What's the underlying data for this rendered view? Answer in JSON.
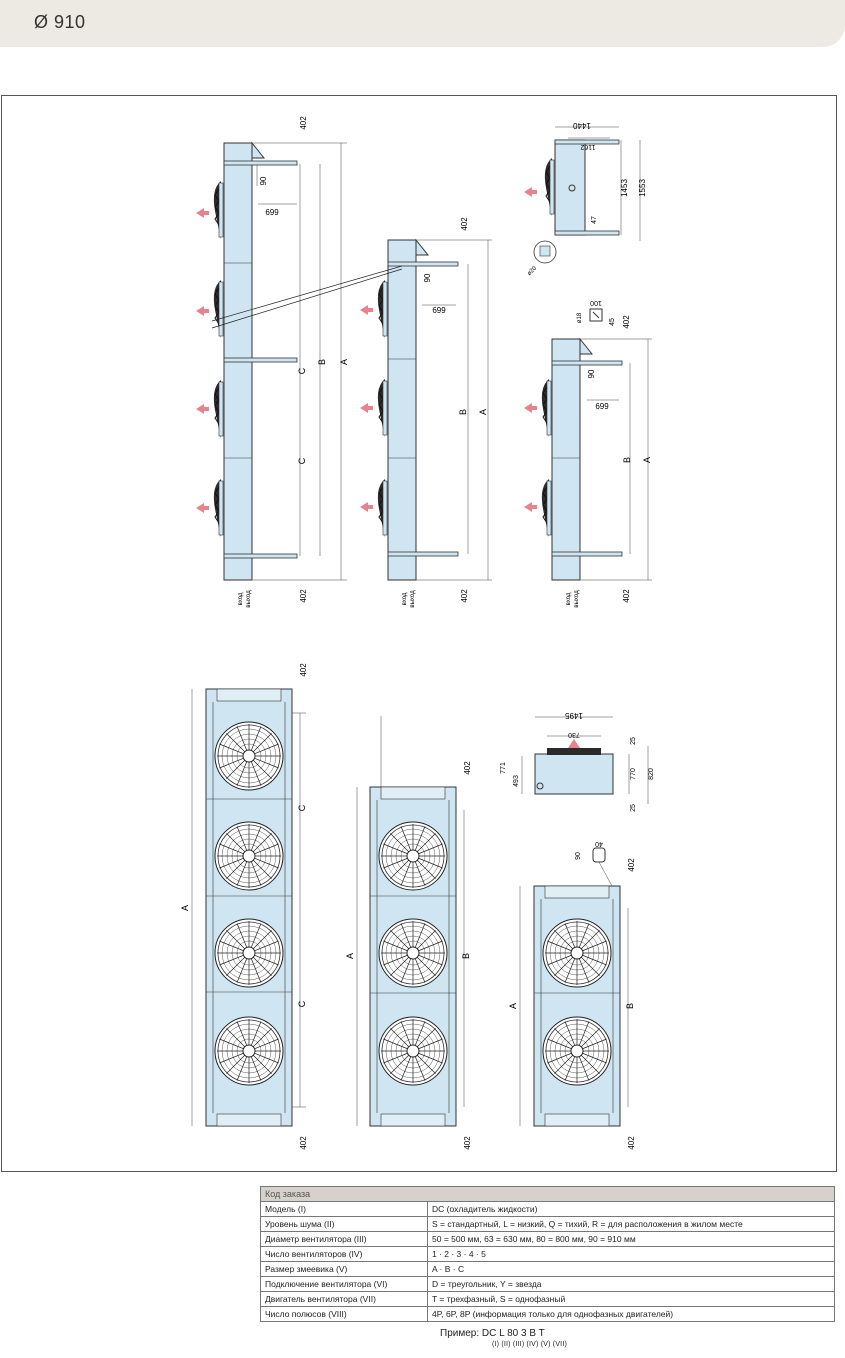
{
  "header": {
    "title": "Ø 910"
  },
  "drawing": {
    "dims": {
      "d402": "402",
      "d90": "90",
      "d699": "699",
      "d1440": "1440",
      "d1162": "1162",
      "d1453": "1453",
      "d1553": "1553",
      "d47": "47",
      "d20": "ø20",
      "d100": "100",
      "d45": "45",
      "d18": "ø18",
      "d1495": "1495",
      "d730": "730",
      "d771": "771",
      "d493": "493",
      "d770": "770",
      "d820": "820",
      "d25": "25",
      "d40": "40",
      "A": "A",
      "B": "B",
      "C": "C"
    },
    "pipe_labels": {
      "in": "вход",
      "out": "выход"
    }
  },
  "order_code": {
    "title": "Код заказа",
    "rows": [
      {
        "label": "Модель (I)",
        "value": "DC (охладитель жидкости)"
      },
      {
        "label": "Уровень шума (II)",
        "value": "S = стандартный, L = низкий, Q = тихий, R = для расположения в жилом месте"
      },
      {
        "label": "Диаметр вентилятора (III)",
        "value": "50 = 500 мм, 63 = 630 мм, 80 = 800 мм, 90 = 910 мм"
      },
      {
        "label": "Число вентиляторов (IV)",
        "value": "1 · 2 · 3 · 4 · 5"
      },
      {
        "label": "Размер змеевика (V)",
        "value": "A · B · C"
      },
      {
        "label": "Подключение вентилятора (VI)",
        "value": "D = треугольник, Y = звезда"
      },
      {
        "label": "Двигатель вентилятора (VII)",
        "value": "T = трехфазный, S = однофазный"
      },
      {
        "label": "Число полюсов (VIII)",
        "value": "4P, 6P, 8P (информация только для однофазных двигателей)"
      }
    ],
    "example": "Пример: DC L  80  3  B  T",
    "example_sub": "(I)  (II)  (III)  (IV)  (V)  (VII)"
  }
}
